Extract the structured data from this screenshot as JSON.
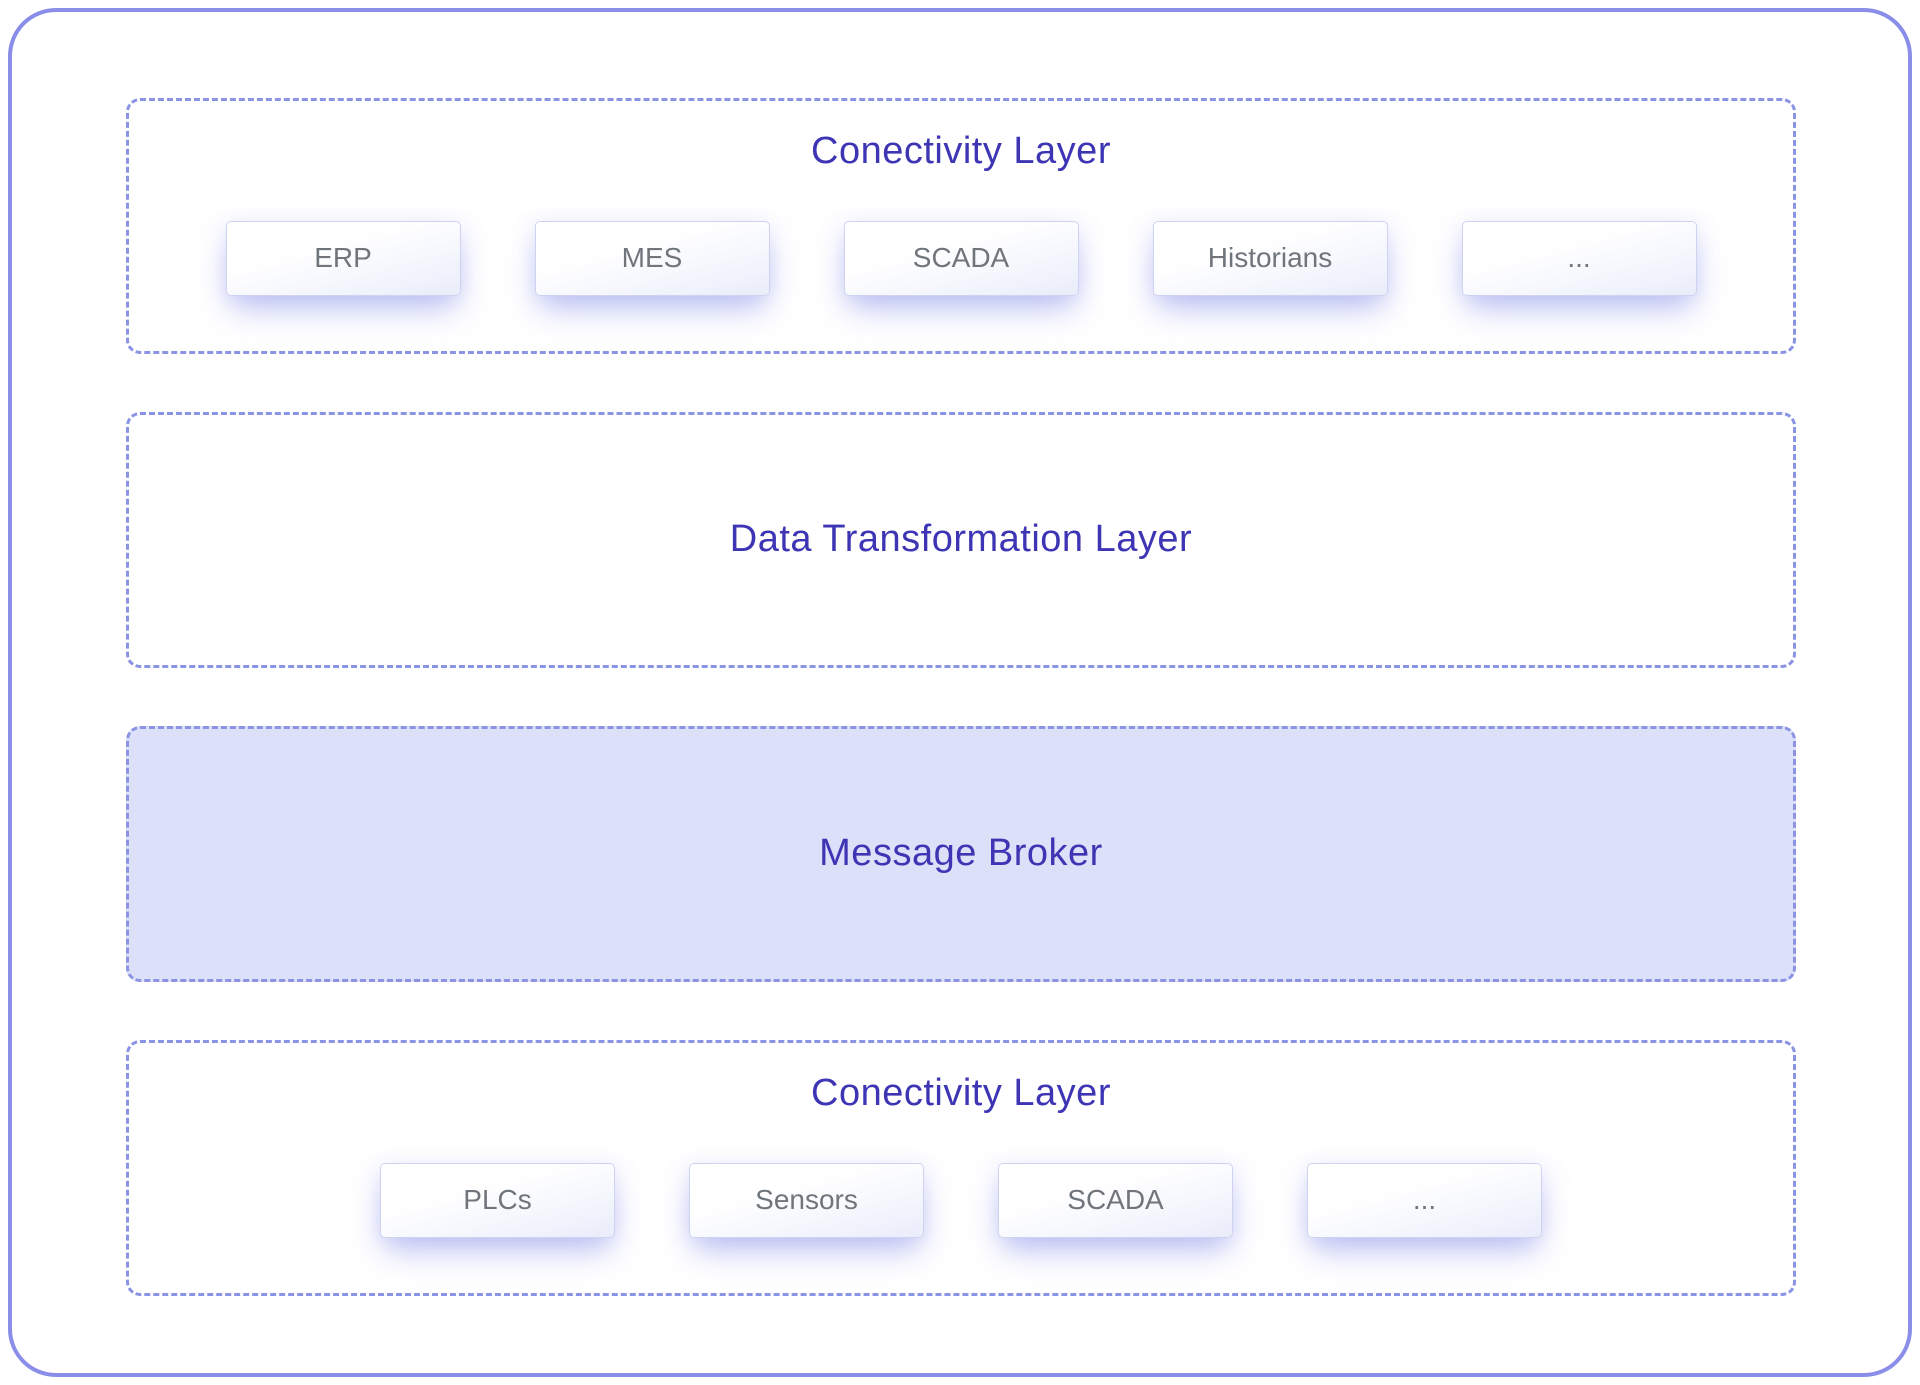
{
  "colors": {
    "accent_text": "#3e35b5",
    "outer_border": "#8a8ee9",
    "dashed_border": "#8b93e4",
    "chip_text": "#70757c",
    "broker_fill": "#dce0f8"
  },
  "layers": [
    {
      "title": "Conectivity Layer",
      "items": [
        "ERP",
        "MES",
        "SCADA",
        "Historians",
        "..."
      ]
    },
    {
      "title": "Data Transformation Layer",
      "items": []
    },
    {
      "title": "Message Broker",
      "items": []
    },
    {
      "title": "Conectivity Layer",
      "items": [
        "PLCs",
        "Sensors",
        "SCADA",
        "..."
      ]
    }
  ]
}
